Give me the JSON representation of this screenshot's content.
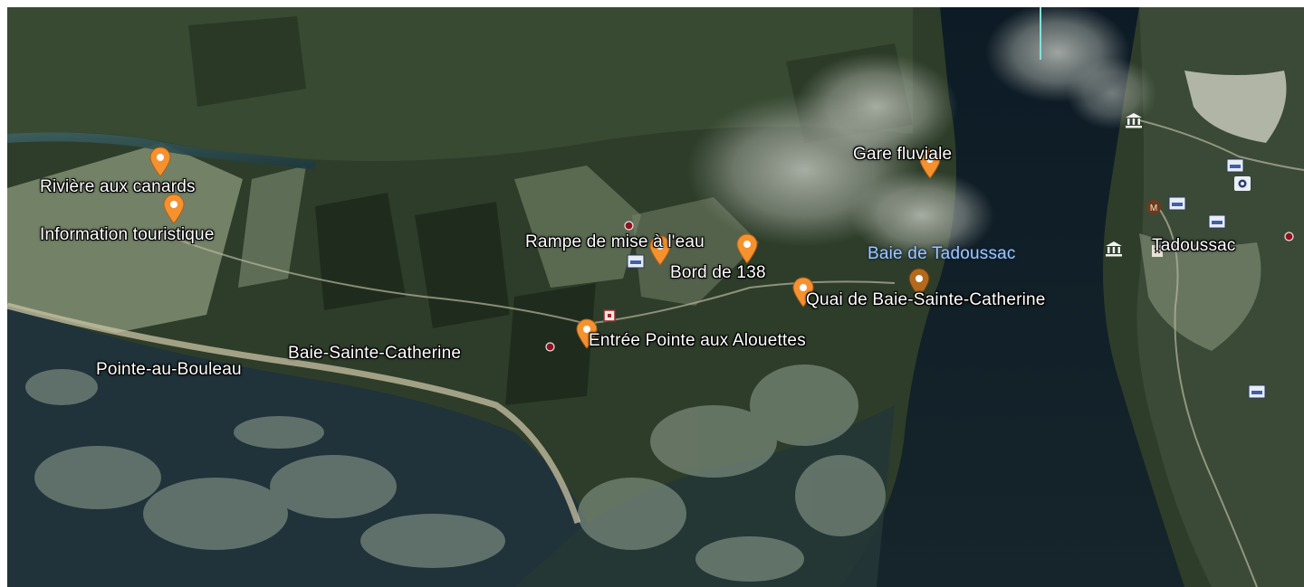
{
  "map": {
    "view": "satellite",
    "place_labels": [
      {
        "key": "riviere_aux_canards",
        "text": "Rivière aux canards"
      },
      {
        "key": "information_touristique",
        "text": "Information touristique"
      },
      {
        "key": "rampe",
        "text": "Rampe de mise à l'eau"
      },
      {
        "key": "bord_138",
        "text": "Bord de 138"
      },
      {
        "key": "gare_fluviale",
        "text": "Gare fluviale"
      },
      {
        "key": "baie_de_tadoussac",
        "text": "Baie de Tadoussac"
      },
      {
        "key": "tadoussac",
        "text": "Tadoussac"
      },
      {
        "key": "quai",
        "text": "Quai de Baie-Sainte-Catherine"
      },
      {
        "key": "entree_pointe",
        "text": "Entrée Pointe aux Alouettes"
      },
      {
        "key": "baie_sainte_catherine",
        "text": "Baie-Sainte-Catherine"
      },
      {
        "key": "pointe_au_bouleau",
        "text": "Pointe-au-Bouleau"
      }
    ],
    "marker_colors": {
      "placemark": "#f5922f",
      "placemark_selected": "#b46a1d",
      "town_dot": "#8e1320",
      "water_label": "#9dc8ff"
    }
  }
}
